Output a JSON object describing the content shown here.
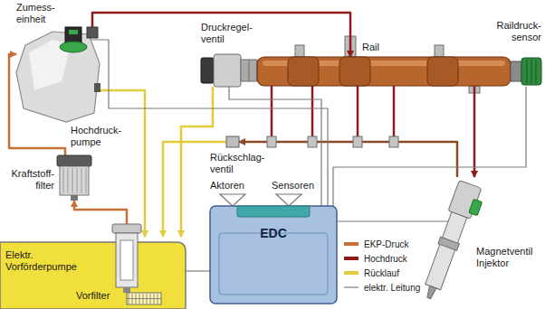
{
  "diagram": {
    "nodes": [
      {
        "text": [
          "Hochdruck- pumpe"
        ]
      },
      {
        "text": [
          "Zumess- einheit"
        ],
        "in": 0
      },
      {
        "text": [
          "Kraftstoff- filter"
        ]
      },
      {
        "text": [
          "Elektr. Vorförderpumpe",
          "Vorfilter"
        ]
      },
      {
        "text": [
          "Druckregel- ventil"
        ]
      },
      {
        "text": [
          "Rail"
        ]
      },
      {
        "text": [
          "Raildruck- sensor"
        ]
      },
      {
        "text": [
          "Rückschlag- ventil"
        ]
      },
      {
        "text": [
          "Magnetventil Injektor"
        ]
      },
      {
        "text": [
          "EDC"
        ]
      }
    ],
    "edges": [
      {
        "from": 3,
        "to": 2,
        "arrow": "to"
      },
      {
        "from": 2,
        "to": 0,
        "arrow": "to"
      },
      {
        "from": 0,
        "to": 5,
        "arrow": "to"
      },
      {
        "from": 5,
        "to": 8,
        "arrow": "to"
      },
      {
        "from": 8,
        "to": 7,
        "arrow": "to"
      },
      {
        "from": 7,
        "to": 3,
        "arrow": "to"
      },
      {
        "from": 4,
        "to": 3,
        "arrow": "to"
      },
      {
        "from": 0,
        "to": 3,
        "arrow": "to"
      },
      {
        "from": 9,
        "to": 1,
        "arrow": "none"
      },
      {
        "from": 9,
        "to": 4,
        "arrow": "none"
      },
      {
        "from": 6,
        "to": 9,
        "arrow": "none"
      },
      {
        "from": 9,
        "to": 8,
        "arrow": "none"
      },
      {
        "from": 9,
        "to": 3,
        "arrow": "none"
      }
    ],
    "labels": [
      "Aktoren",
      "Sensoren"
    ],
    "legend": [
      {
        "text": "EKP-Druck",
        "color": "#c8703a"
      },
      {
        "text": "Hochdruck",
        "color": "#8e1b1b"
      },
      {
        "text": "Rücklauf",
        "color": "#e2cc3a"
      },
      {
        "text": "elektr. Leitung"
      }
    ]
  }
}
